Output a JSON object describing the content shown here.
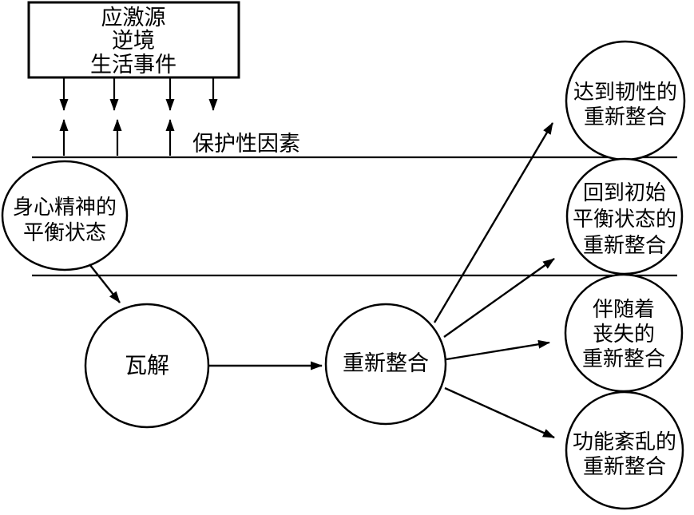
{
  "diagram": {
    "background": "#ffffff",
    "ink": "#000000",
    "stressor_box": {
      "lines": [
        "应激源",
        "逆境",
        "生活事件"
      ]
    },
    "protective_factors_label": "保护性因素",
    "nodes": {
      "homeostasis": {
        "lines": [
          "身心精神的",
          "平衡状态"
        ]
      },
      "disruption": {
        "label": "瓦解"
      },
      "reintegration": {
        "label": "重新整合"
      },
      "resilient_reintegration": {
        "lines": [
          "达到韧性的",
          "重新整合"
        ]
      },
      "return_to_homeostasis_reintegration": {
        "lines": [
          "回到初始",
          "平衡状态的",
          "重新整合"
        ]
      },
      "reintegration_with_loss": {
        "lines": [
          "伴随着",
          "丧失的",
          "重新整合"
        ]
      },
      "dysfunctional_reintegration": {
        "lines": [
          "功能紊乱的",
          "重新整合"
        ]
      }
    }
  }
}
